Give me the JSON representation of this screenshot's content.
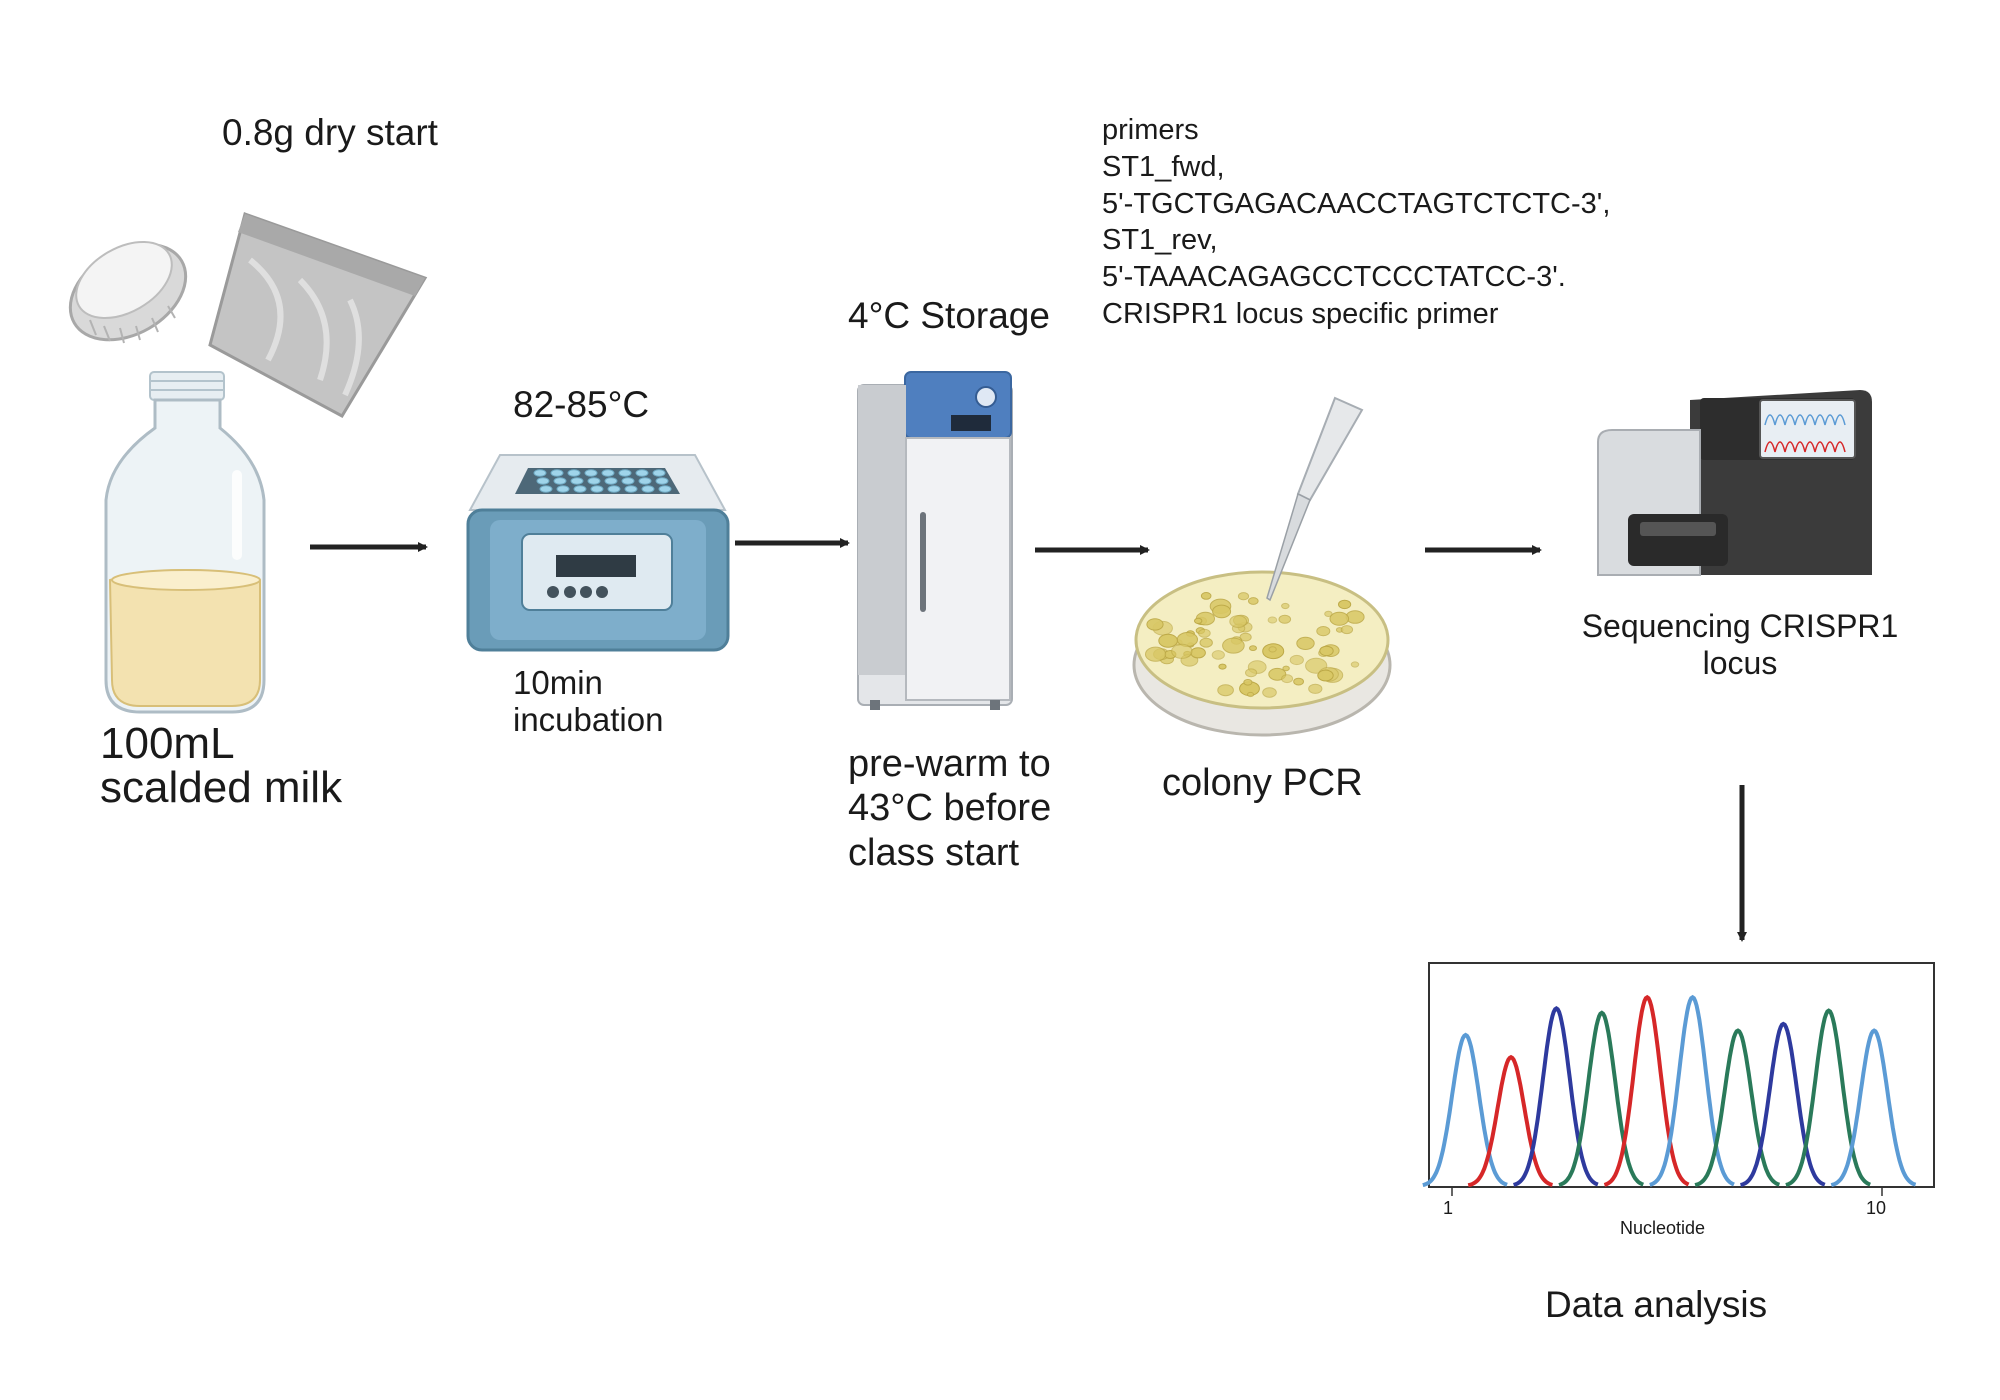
{
  "labels": {
    "dry_start": "0.8g dry start",
    "milk": "100mL\nscalded milk",
    "temperature": "82-85°C",
    "incubation": "10min\nincubation",
    "storage": "4°C Storage",
    "prewarm": "pre-warm to\n43°C before\nclass start",
    "primers": "primers\nST1_fwd,\n5'-TGCTGAGACAACCTAGTCTCTC-3',\nST1_rev,\n5'-TAAACAGAGCCTCCCTATCC-3'.\nCRISPR1 locus specific primer",
    "colony_pcr": "colony PCR",
    "sequencing": "Sequencing CRISPR1\nlocus",
    "data_analysis": "Data analysis"
  },
  "chromatogram": {
    "xlabel": "Nucleotide",
    "tick_first": "1",
    "tick_last": "10",
    "peak_colors": [
      "#5b9bd5",
      "#d62728",
      "#2e3a9e",
      "#2a7a5a",
      "#d62728",
      "#5b9bd5",
      "#2a7a5a",
      "#2e3a9e",
      "#2a7a5a",
      "#5b9bd5"
    ],
    "peak_heights": [
      0.68,
      0.58,
      0.8,
      0.78,
      0.85,
      0.85,
      0.7,
      0.73,
      0.79,
      0.7
    ]
  },
  "icons": [
    "bottle-lid-icon",
    "yeast-packet-icon",
    "media-bottle-icon",
    "heat-block-icon",
    "refrigerator-icon",
    "petri-dish-icon",
    "pipette-icon",
    "sequencer-icon"
  ],
  "colors": {
    "arrow": "#222222",
    "bottle_liquid": "#f3e2b0",
    "incubator_blue": "#6a9cb8",
    "fridge_panel": "#4f7fbf",
    "sequencer_dark": "#3b3b3b"
  }
}
